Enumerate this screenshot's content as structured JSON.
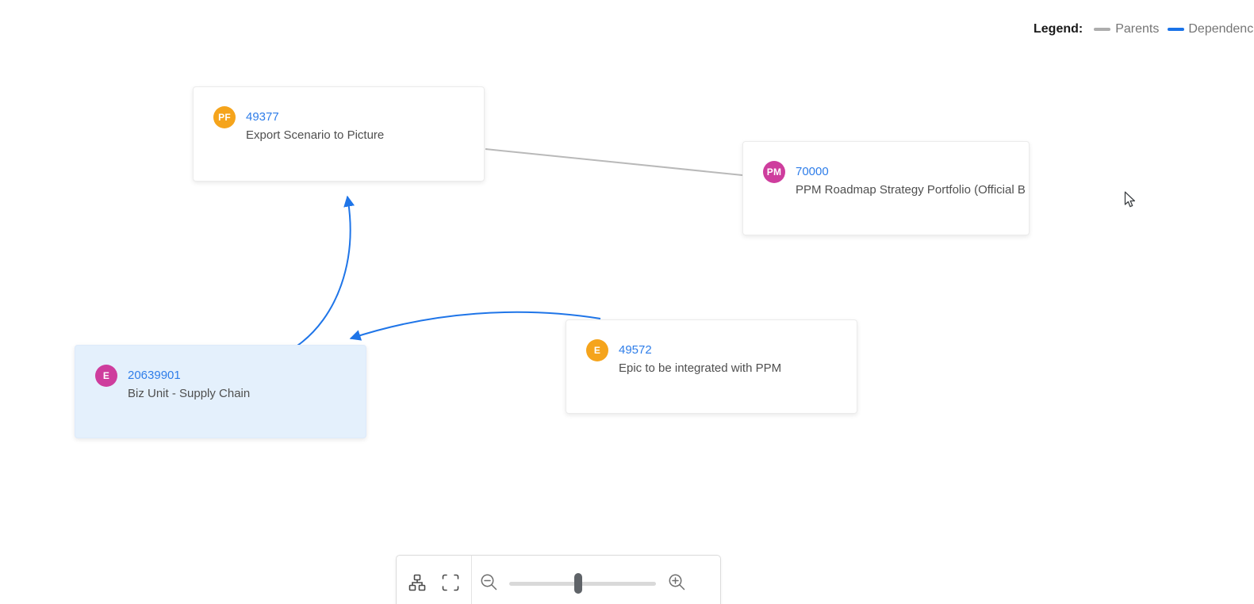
{
  "legend": {
    "title": "Legend:",
    "items": [
      {
        "label": "Parents",
        "type": "parent-link",
        "color": "#adadad"
      },
      {
        "label": "Dependencies",
        "type": "dependency-link",
        "color": "#1a73e8"
      }
    ]
  },
  "cards": [
    {
      "id": "49377",
      "title": "Export Scenario to Picture",
      "badge": "PF",
      "badge_color": "#f5a41c",
      "selected": false
    },
    {
      "id": "70000",
      "title": "PPM Roadmap Strategy Portfolio (Official B",
      "badge": "PM",
      "badge_color": "#ce3d9d",
      "selected": false
    },
    {
      "id": "20639901",
      "title": "Biz Unit - Supply Chain",
      "badge": "E",
      "badge_color": "#ce3d9d",
      "selected": true
    },
    {
      "id": "49572",
      "title": "Epic to be integrated with PPM",
      "badge": "E",
      "badge_color": "#f5a41c",
      "selected": false
    }
  ],
  "connections": [
    {
      "from": "49377",
      "to": "70000",
      "type": "parent",
      "color": "#bdbdbd",
      "arrow": false
    },
    {
      "from": "20639901",
      "to": "49377",
      "type": "dependency",
      "color": "#1f75e8",
      "arrow": true
    },
    {
      "from": "49572",
      "to": "20639901",
      "type": "dependency",
      "color": "#1f75e8",
      "arrow": true
    }
  ],
  "toolbar": {
    "icons": [
      "hierarchy-layout-icon",
      "fit-to-screen-icon",
      "zoom-out-icon",
      "zoom-in-icon"
    ],
    "zoom_slider": {
      "value_percent": 47
    }
  },
  "cursor": {
    "icon": "arrow-pointer-cursor"
  },
  "colors": {
    "background": "#ffffff",
    "link_blue": "#2e7de9",
    "card_title_text": "#4f4f4f",
    "card_background": "#ffffff",
    "selected_card_background": "#e4f0fc",
    "legend_label_text": "#757575",
    "badge_orange": "#f5a41c",
    "badge_magenta": "#ce3d9d"
  }
}
